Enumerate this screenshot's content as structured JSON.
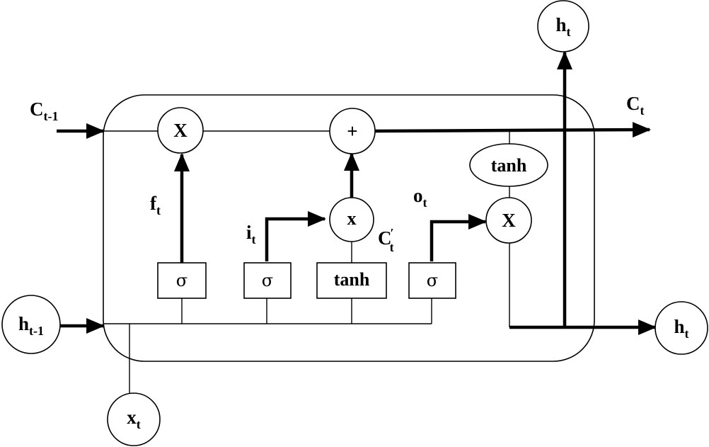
{
  "labels": {
    "c_prev": {
      "base": "C",
      "sub": "t-1"
    },
    "c_out": {
      "base": "C",
      "sub": "t"
    },
    "h_prev": {
      "base": "h",
      "sub": "t-1"
    },
    "h_out_top": {
      "base": "h",
      "sub": "t"
    },
    "h_out_right": {
      "base": "h",
      "sub": "t"
    },
    "x_in": {
      "base": "x",
      "sub": "t"
    },
    "forget_gate": {
      "base": "f",
      "sub": "t"
    },
    "input_gate": {
      "base": "i",
      "sub": "t"
    },
    "output_gate": {
      "base": "o",
      "sub": "t"
    },
    "candidate": {
      "base": "C",
      "prime": "′",
      "sub": "t"
    }
  },
  "operators": {
    "forget_mult": "X",
    "cell_add": "+",
    "input_mult": "x",
    "output_mult": "X",
    "cell_tanh": "tanh"
  },
  "gates": {
    "sigma_forget": "σ",
    "sigma_input": "σ",
    "tanh_candidate": "tanh",
    "sigma_output": "σ"
  }
}
